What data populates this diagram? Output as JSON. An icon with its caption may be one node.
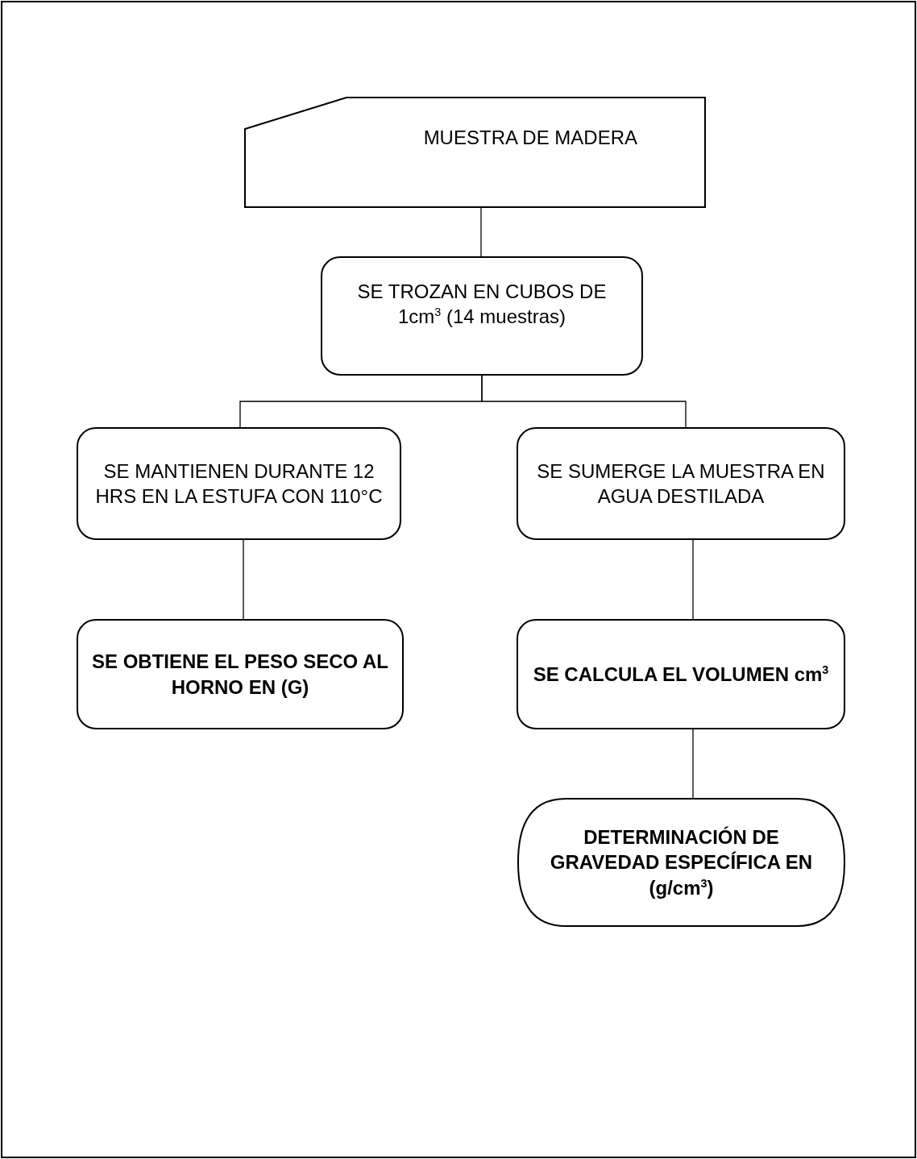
{
  "diagram": {
    "nodes": [
      {
        "text": [
          "MUESTRA DE MADERA"
        ]
      },
      {
        "text": [
          "SE TROZAN EN CUBOS DE 1cm$^{3}$ (14 muestras)"
        ]
      },
      {
        "text": [
          "SE MANTIENEN DURANTE 12 HRS EN LA ESTUFA CON 110°C"
        ]
      },
      {
        "text": [
          "SE SUMERGE LA MUESTRA EN AGUA DESTILADA"
        ]
      },
      {
        "text": [
          "SE OBTIENE EL PESO SECO AL HORNO EN (G)"
        ]
      },
      {
        "text": [
          "SE CALCULA EL VOLUMEN cm$^{3}$"
        ]
      },
      {
        "text": [
          "DETERMINACIÓN DE GRAVEDAD ESPECÍFICA EN (g/cm$^{3}$)"
        ]
      }
    ],
    "edges": [
      {
        "from": 0,
        "to": 1,
        "arrow": "none"
      },
      {
        "from": 1,
        "to": 2,
        "arrow": "none"
      },
      {
        "from": 1,
        "to": 3,
        "arrow": "none"
      },
      {
        "from": 2,
        "to": 4,
        "arrow": "none"
      },
      {
        "from": 3,
        "to": 5,
        "arrow": "none"
      },
      {
        "from": 5,
        "to": 6,
        "arrow": "none"
      }
    ]
  }
}
